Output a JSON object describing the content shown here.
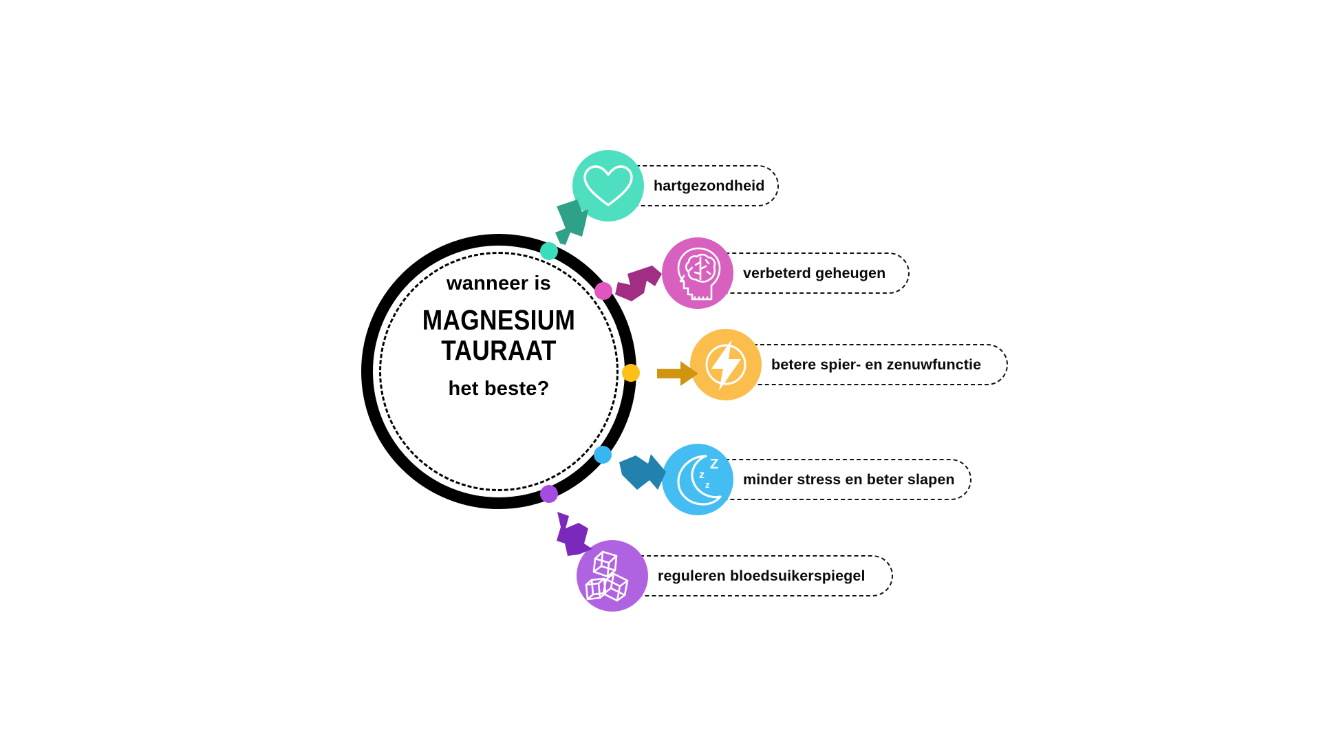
{
  "document": {
    "type": "infographic-diagram",
    "language": "nl",
    "background_color": "#ffffff"
  },
  "hub": {
    "line1": "wanneer is",
    "line2": "MAGNESIUM",
    "line3": "TAURAAT",
    "line4": "het beste?",
    "ring_color": "#000000",
    "inner_dash_color": "#000000"
  },
  "branches": [
    {
      "id": "heart-health",
      "label": "hartgezondheid",
      "icon": "heart-icon",
      "circle_color": "#4DDFC0",
      "arrow_color": "#2FA188",
      "dot_color": "#3BDCBB"
    },
    {
      "id": "improved-memory",
      "label": "verbeterd geheugen",
      "icon": "head-brain-icon",
      "circle_color": "#D860BE",
      "arrow_color": "#A12E83",
      "dot_color": "#E055C0"
    },
    {
      "id": "muscle-nerve-function",
      "label": "betere spier- en zenuwfunctie",
      "icon": "lightning-bolt-icon",
      "circle_color": "#FBBE4D",
      "arrow_color": "#D09410",
      "dot_color": "#FCC017"
    },
    {
      "id": "stress-sleep",
      "label": "minder stress en beter slapen",
      "icon": "moon-zzz-icon",
      "circle_color": "#44BEF2",
      "arrow_color": "#2281AD",
      "dot_color": "#36B7F2"
    },
    {
      "id": "blood-sugar",
      "label": "reguleren bloedsuikerspiegel",
      "icon": "sugar-cubes-icon",
      "circle_color": "#B063E0",
      "arrow_color": "#7B28BC",
      "dot_color": "#A44CE0"
    }
  ]
}
